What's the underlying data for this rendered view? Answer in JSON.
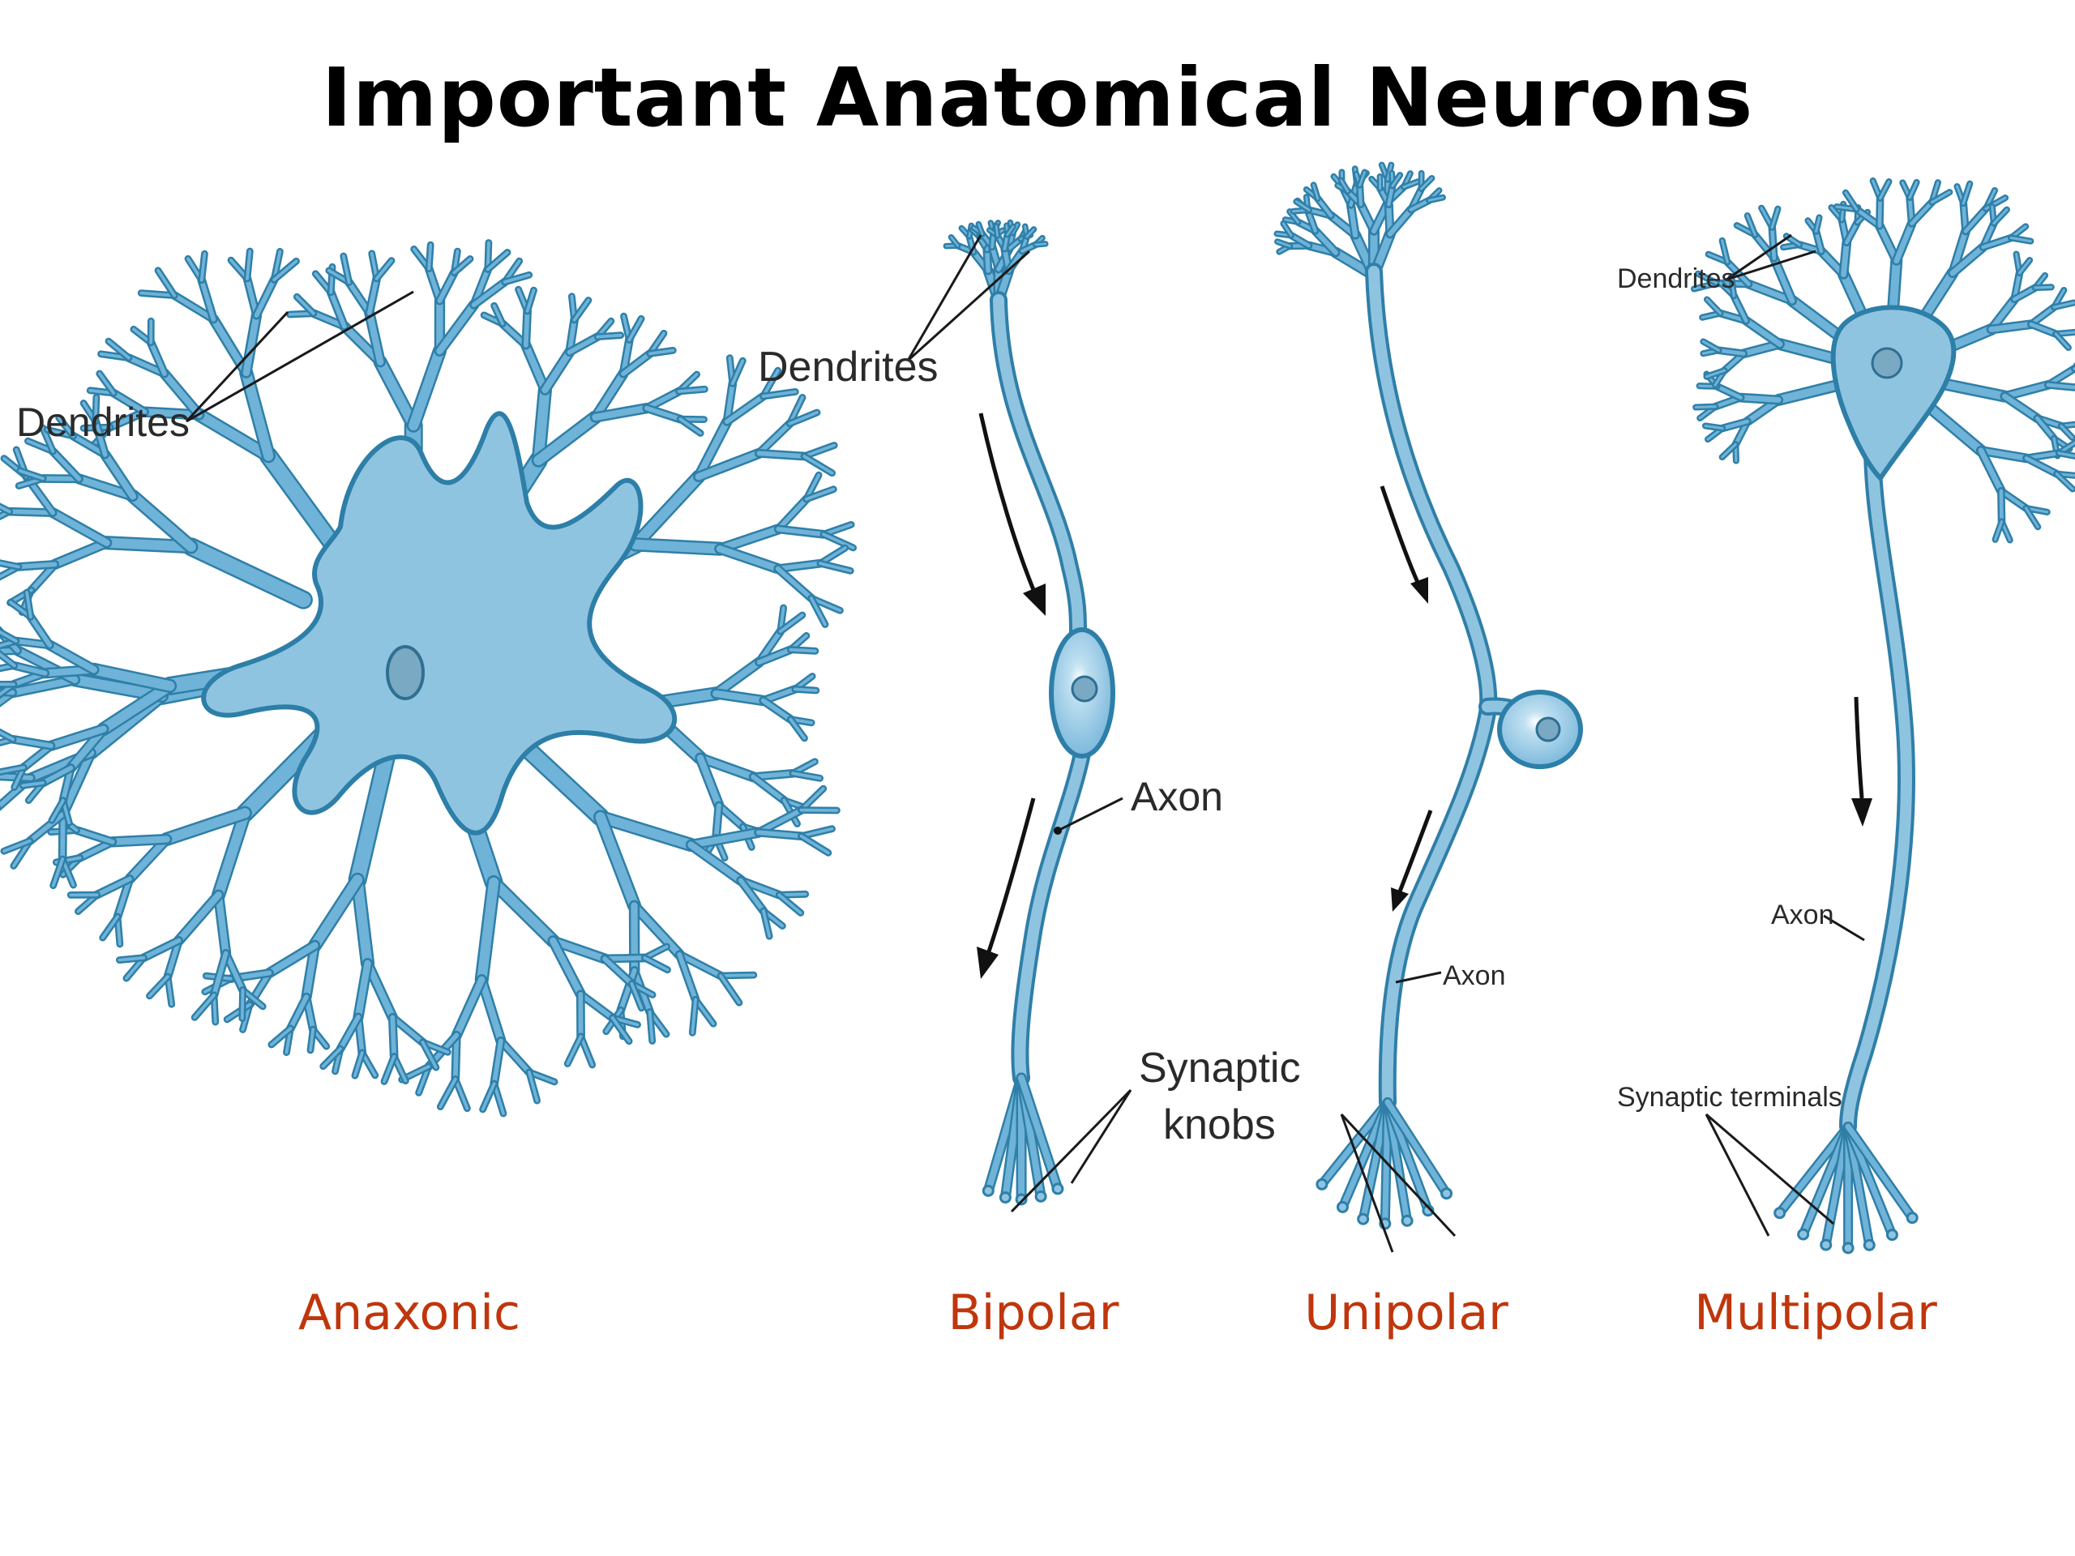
{
  "title": "Important Anatomical Neurons",
  "neurons": [
    {
      "type": "Anaxonic",
      "labels": {
        "dendrites": "Dendrites"
      }
    },
    {
      "type": "Bipolar",
      "labels": {
        "dendrites": "Dendrites",
        "axon": "Axon",
        "terminals_line1": "Synaptic",
        "terminals_line2": "knobs"
      }
    },
    {
      "type": "Unipolar",
      "labels": {
        "axon": "Axon"
      }
    },
    {
      "type": "Multipolar",
      "labels": {
        "dendrites": "Dendrites",
        "axon": "Axon",
        "terminals": "Synaptic terminals"
      }
    }
  ],
  "colors": {
    "caption": "#c0360c",
    "cell": "#8fc4e1",
    "cell_outline": "#2d7fa8",
    "title": "#000000"
  }
}
